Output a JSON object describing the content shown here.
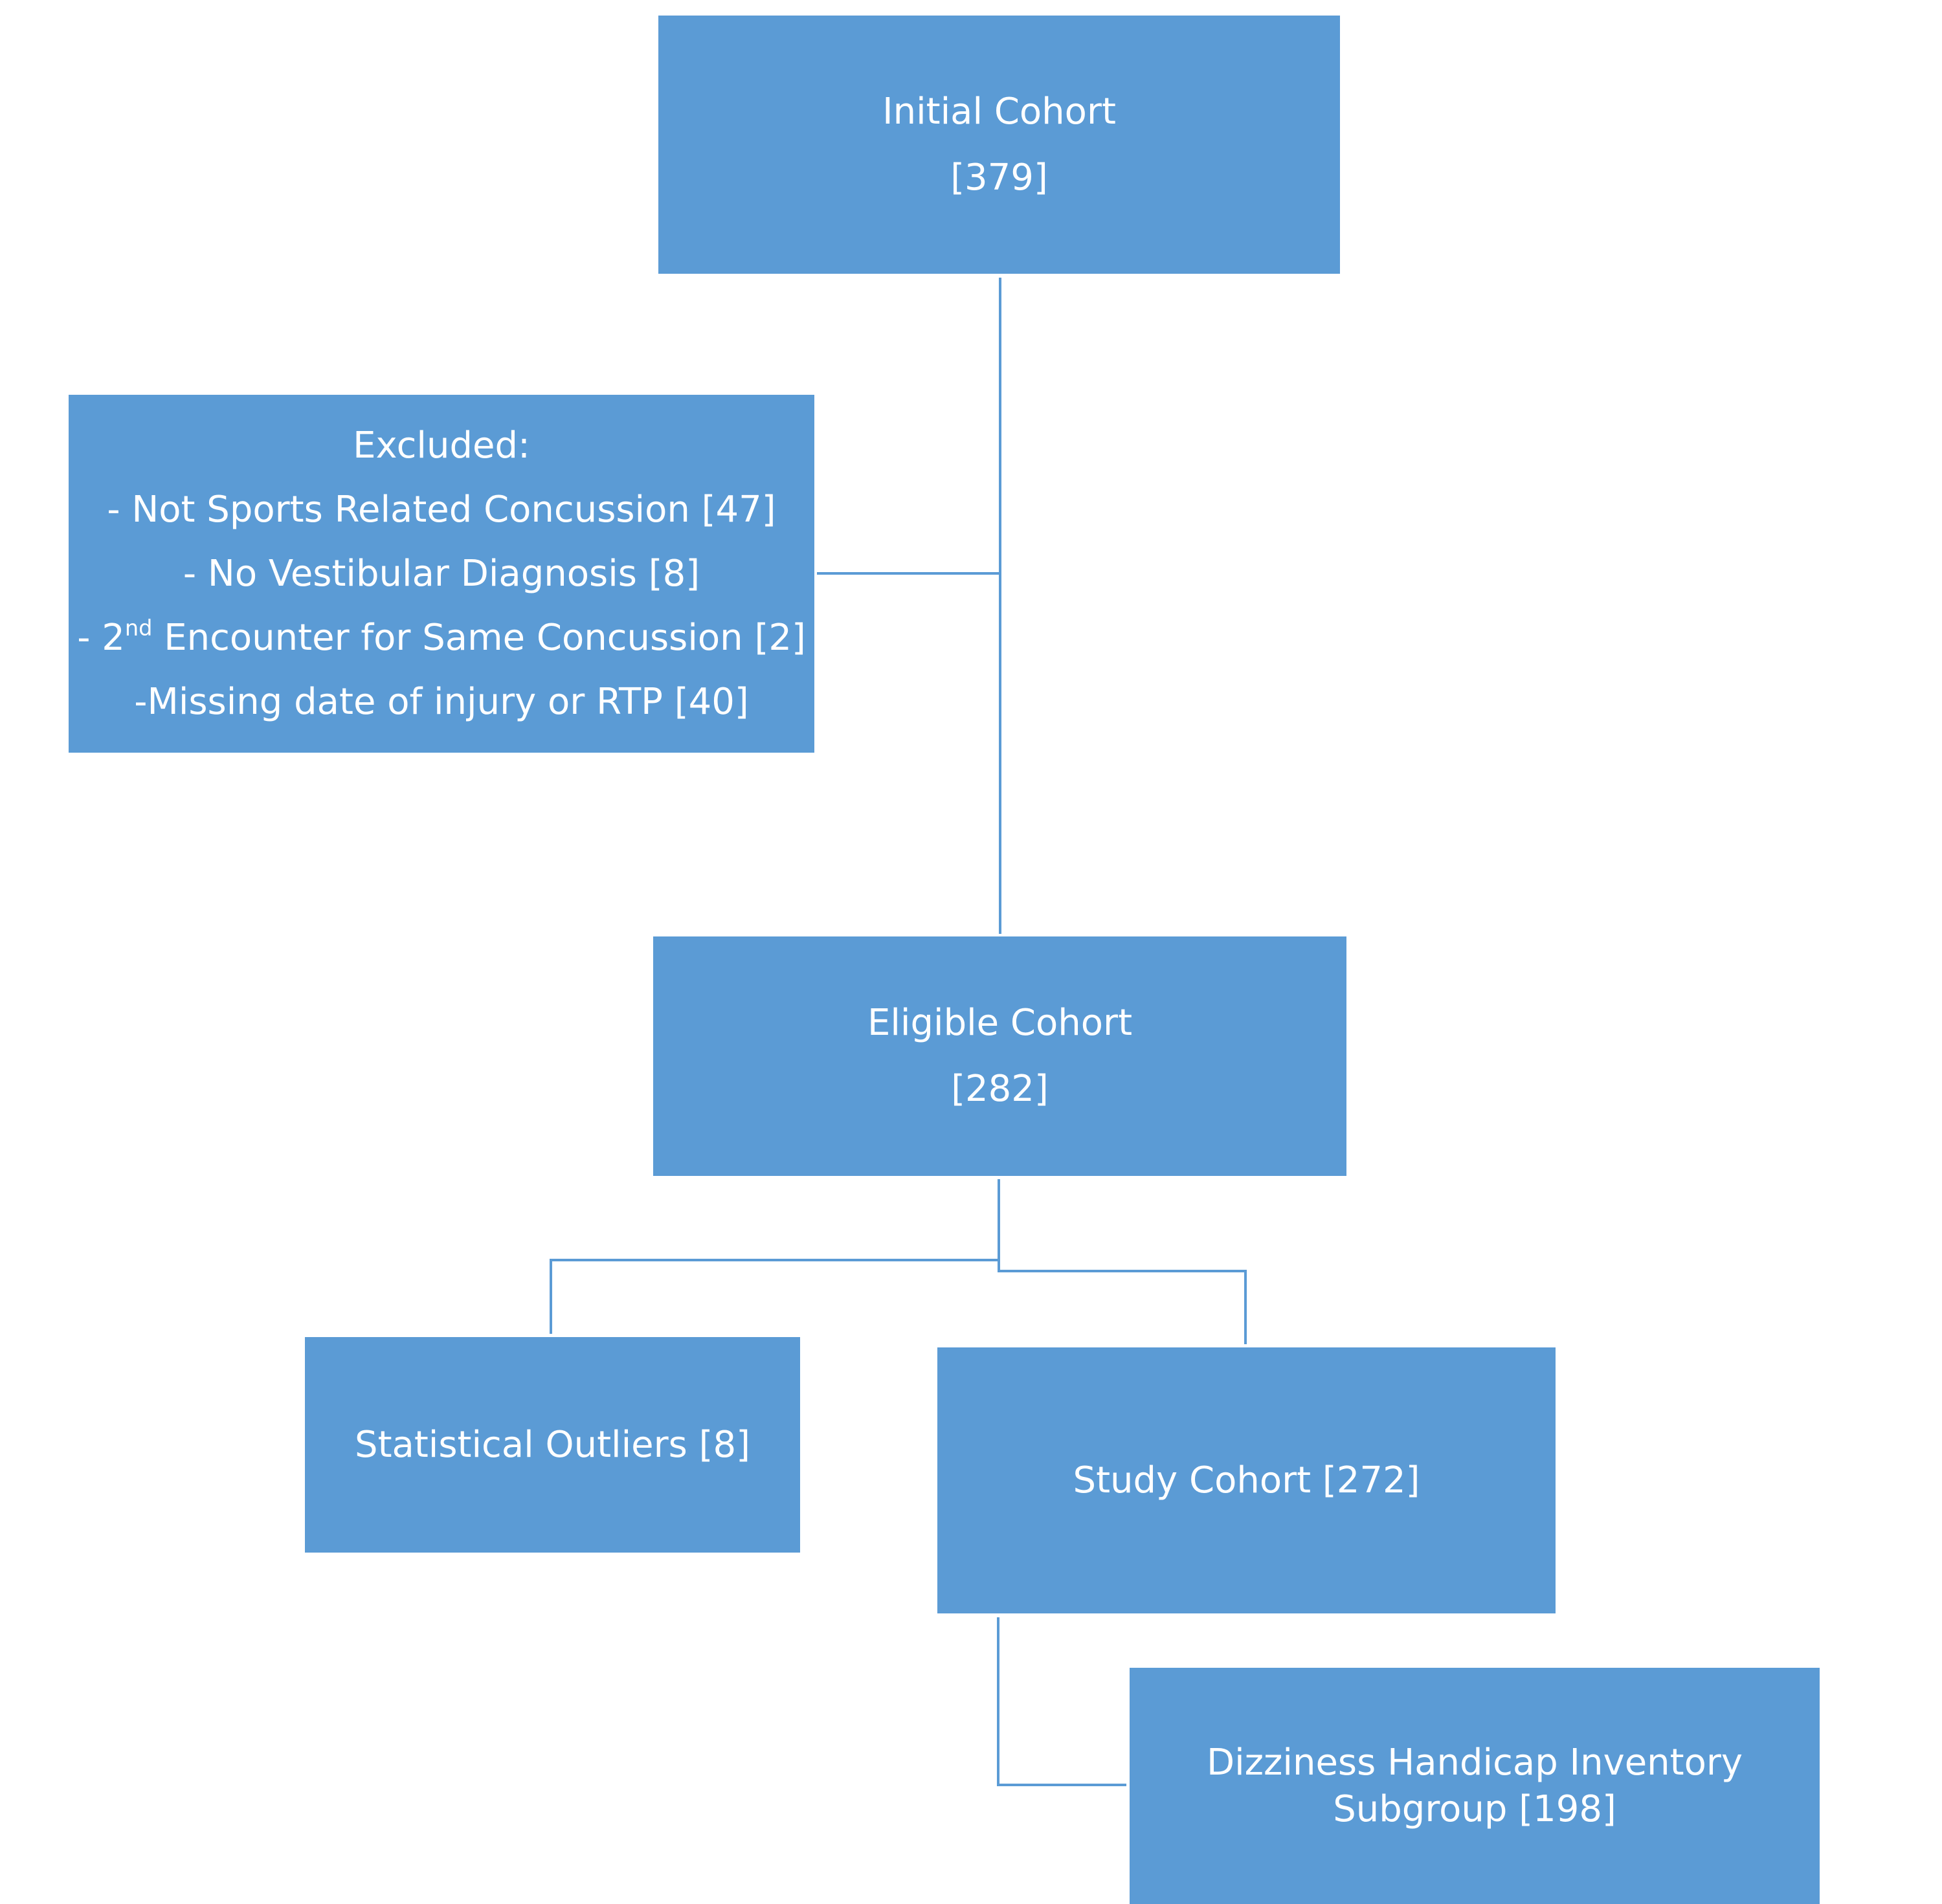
{
  "flowchart": {
    "initial_cohort": {
      "label": "Initial Cohort",
      "count": "[379]"
    },
    "excluded": {
      "heading": "Excluded:",
      "items": [
        {
          "text": "- Not Sports Related Concussion [47]"
        },
        {
          "text": "- No Vestibular Diagnosis [8]"
        },
        {
          "prefix": "- 2",
          "superscript": "nd",
          "suffix": " Encounter for Same Concussion [2]"
        },
        {
          "text": "-Missing date of injury or RTP  [40]"
        }
      ]
    },
    "eligible_cohort": {
      "label": "Eligible Cohort",
      "count": "[282]"
    },
    "statistical_outliers": {
      "label": "Statistical Outliers [8]"
    },
    "study_cohort": {
      "label": "Study Cohort [272]"
    },
    "dhi_subgroup": {
      "line1": "Dizziness Handicap Inventory",
      "line2": "Subgroup [198]"
    }
  },
  "colors": {
    "box_fill": "#5b9bd5",
    "box_text": "#ffffff",
    "connector": "#5b9bd5",
    "background": "#ffffff"
  }
}
